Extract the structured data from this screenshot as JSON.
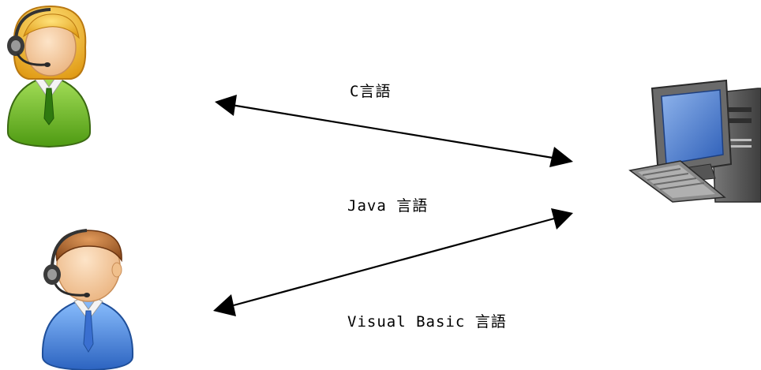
{
  "labels": {
    "c": "C言語",
    "java": "Java 言語",
    "vb": "Visual Basic 言語"
  },
  "colors": {
    "ink": "#000000",
    "woman_shirt": "#6fbf2a",
    "man_shirt": "#3f7fd6",
    "monitor_screen": "#3d6fc4",
    "computer_body": "#5a5a5a"
  },
  "icons": [
    "woman-headset-icon",
    "man-headset-icon",
    "computer-icon"
  ]
}
